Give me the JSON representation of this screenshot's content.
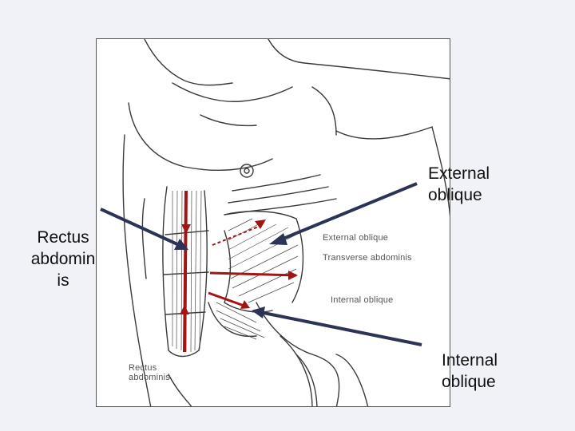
{
  "figure": {
    "labels": {
      "external_oblique": "External oblique",
      "transverse_abdominis": "Transverse abdominis",
      "internal_oblique": "Internal oblique",
      "rectus_line1": "Rectus",
      "rectus_line2": "abdominis"
    }
  },
  "callouts": {
    "external_oblique": {
      "line1": "External",
      "line2": "oblique"
    },
    "rectus_abdominis": {
      "line1": "Rectus",
      "line2": "abdomin",
      "line3": "is"
    },
    "internal_oblique": {
      "line1": "Internal",
      "line2": "oblique"
    }
  },
  "colors": {
    "background": "#f1f2f7",
    "muscle_arrow": "#a31515",
    "callout_arrow": "#2b3357",
    "drawing_line": "#3a3a3a"
  }
}
